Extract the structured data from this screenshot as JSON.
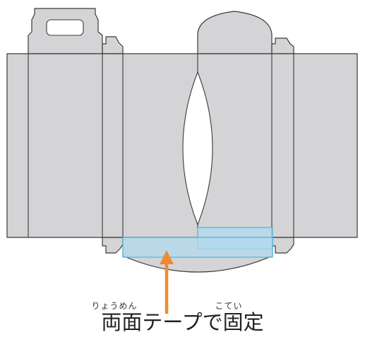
{
  "caption": {
    "ruby_left": "りょうめん",
    "ruby_right": "こてい",
    "text": "両面テープで固定"
  },
  "colors": {
    "panel_fill": "#d4d4d6",
    "outline": "#3a3a3a",
    "tape_fill": "#b3d9ee",
    "tape_outline": "#4cb8dc",
    "arrow": "#f08a30"
  }
}
